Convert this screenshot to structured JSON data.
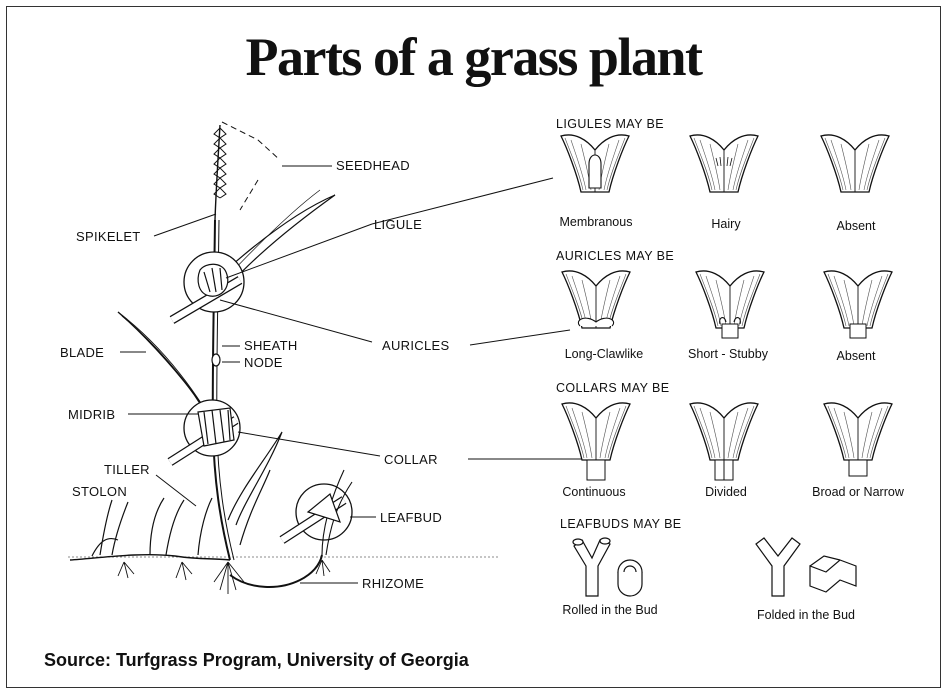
{
  "title": "Parts of a grass plant",
  "source": "Source: Turfgrass Program, University of Georgia",
  "plant_labels": {
    "seedhead": "SEEDHEAD",
    "spikelet": "SPIKELET",
    "ligule": "LIGULE",
    "blade": "BLADE",
    "sheath": "SHEATH",
    "node": "NODE",
    "auricles": "AURICLES",
    "midrib": "MIDRIB",
    "collar": "COLLAR",
    "tiller": "TILLER",
    "stolon": "STOLON",
    "leafbud": "LEAFBUD",
    "rhizome": "RHIZOME"
  },
  "sections": {
    "ligules": {
      "heading": "LIGULES MAY BE",
      "items": [
        "Membranous",
        "Hairy",
        "Absent"
      ]
    },
    "auricles": {
      "heading": "AURICLES MAY BE",
      "items": [
        "Long-Clawlike",
        "Short - Stubby",
        "Absent"
      ]
    },
    "collars": {
      "heading": "COLLARS MAY BE",
      "items": [
        "Continuous",
        "Divided",
        "Broad or Narrow"
      ]
    },
    "leafbuds": {
      "heading": "LEAFBUDS MAY BE",
      "items": [
        "Rolled in the Bud",
        "Folded in the Bud"
      ]
    }
  }
}
